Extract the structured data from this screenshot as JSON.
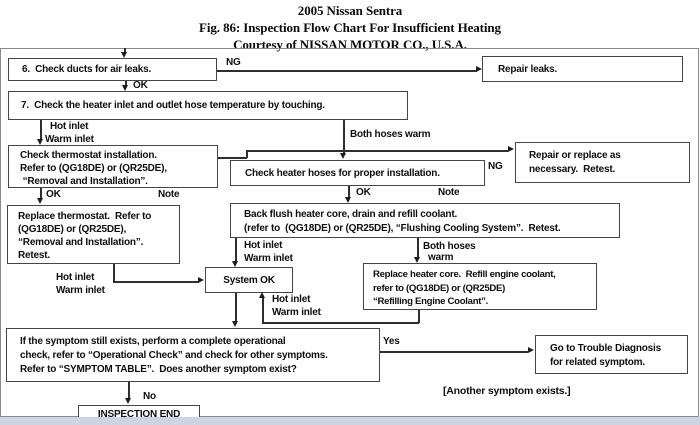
{
  "header": {
    "title": "2005 Nissan Sentra",
    "subtitle": "Fig. 86: Inspection Flow Chart For Insufficient Heating",
    "courtesy": "Courtesy of NISSAN MOTOR CO., U.S.A."
  },
  "flowchart": {
    "nodes": {
      "check_ducts": {
        "line1": "6.  Check ducts for air leaks."
      },
      "repair_leaks": {
        "line1": "Repair leaks."
      },
      "check_hose_temp": {
        "line1": "7.  Check the heater inlet and outlet hose temperature by touching."
      },
      "check_thermostat": {
        "line1": "Check thermostat installation.",
        "line2": "Refer to (QG18DE) or (QR25DE),",
        "line3": " “Removal and Installation”."
      },
      "repair_replace": {
        "line1": "Repair or replace as",
        "line2": "necessary.  Retest."
      },
      "check_hoses": {
        "line1": "Check heater hoses for proper installation."
      },
      "replace_thermostat": {
        "line1": "Replace thermostat.  Refer to",
        "line2": "(QG18DE) or (QR25DE),",
        "line3": "“Removal and Installation”.",
        "line4": "Retest."
      },
      "back_flush": {
        "line1": "Back flush heater core, drain and refill coolant.",
        "line2": "(refer to  (QG18DE) or (QR25DE), “Flushing Cooling System”.  Retest."
      },
      "system_ok": {
        "line1": "System OK"
      },
      "replace_core": {
        "line1": "Replace heater core.  Refill engine coolant,",
        "line2": "refer to (QG18DE) or (QR25DE)",
        "line3": "“Refilling Engine Coolant”."
      },
      "symptom_check": {
        "line1": "If the symptom still exists, perform a complete operational",
        "line2": "check, refer to “Operational Check” and check for other symptoms.",
        "line3": "Refer to “SYMPTOM TABLE”.  Does another symptom exist?"
      },
      "trouble_diagnosis": {
        "line1": "Go to Trouble Diagnosis",
        "line2": "for related symptom."
      },
      "inspection_end": {
        "line1": "INSPECTION END"
      }
    },
    "labels": {
      "ng_ducts": "NG",
      "ok_ducts": "OK",
      "hot_inlet_1a": "Hot inlet",
      "hot_inlet_1b": "Warm inlet",
      "both_hoses_warm_1": "Both hoses warm",
      "ng_hoses": "NG",
      "ok_thermostat": "OK",
      "note_thermostat": "Note",
      "ok_hoses": "OK",
      "note_hoses": "Note",
      "hot_inlet_2a": "Hot inlet",
      "hot_inlet_2b": "Warm inlet",
      "both_hoses_2a": "Both hoses",
      "both_hoses_2b": "warm",
      "hot_inlet_3a": "Hot inlet",
      "hot_inlet_3b": "Warm inlet",
      "hot_inlet_4a": "Hot inlet",
      "hot_inlet_4b": "Warm inlet",
      "yes": "Yes",
      "no": "No",
      "another_symptom": "[Another symptom exists.]"
    }
  }
}
